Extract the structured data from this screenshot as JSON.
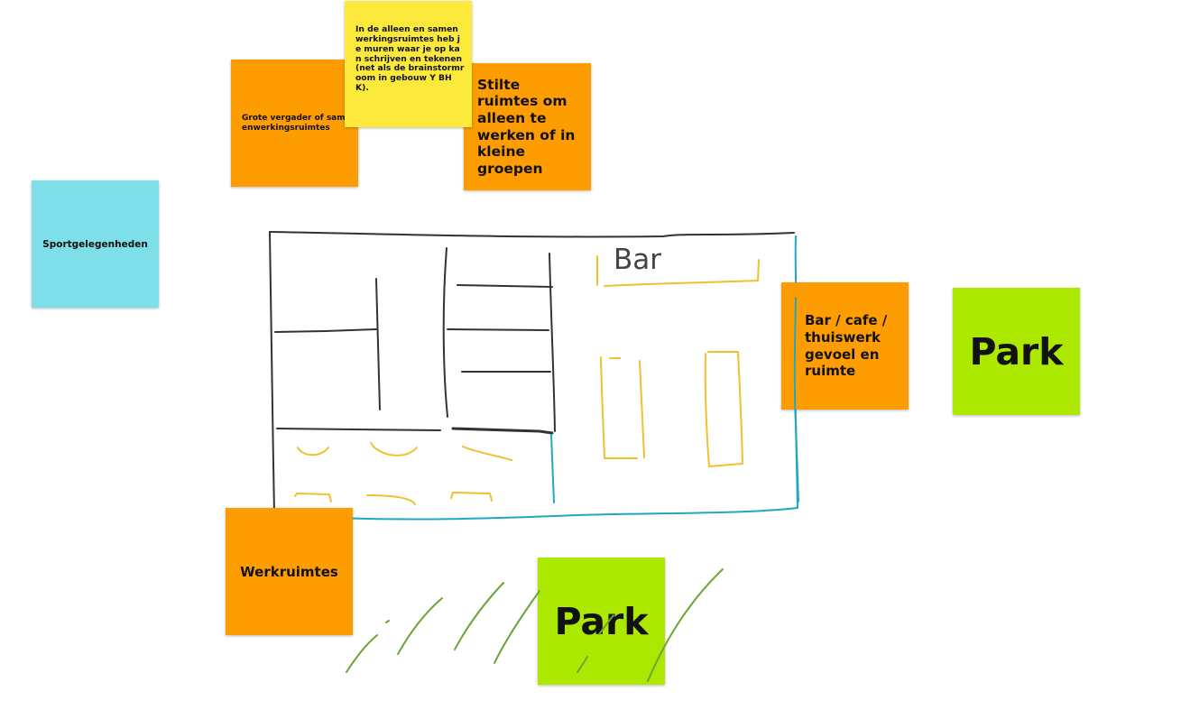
{
  "notes": {
    "grote": "Grote vergader of samenwerkingsruimtes",
    "muren": "In de alleen en samenwerkingsruimtes heb je muren waar je op kan schrijven en tekenen (net als de brainstormroom in gebouw Y BHK).",
    "stilte": "Stilte ruimtes om alleen te werken of in kleine groepen",
    "sport": "Sportgelegenheden",
    "bar_cafe": "Bar / cafe / thuiswerk gevoel en ruimte",
    "park_right": "Park",
    "werkruimtes": "Werkruimtes",
    "park_bottom": "Park"
  },
  "sketch": {
    "bar_label": "Bar"
  },
  "colors": {
    "note_orange": "#fd9d02",
    "note_yellow": "#fde93c",
    "note_cyan": "#7edfe8",
    "note_green": "#ade801",
    "ink_black": "#333333",
    "ink_yellow": "#f2c02c",
    "ink_teal": "#1fa8c4",
    "ink_green": "#6aa536"
  }
}
